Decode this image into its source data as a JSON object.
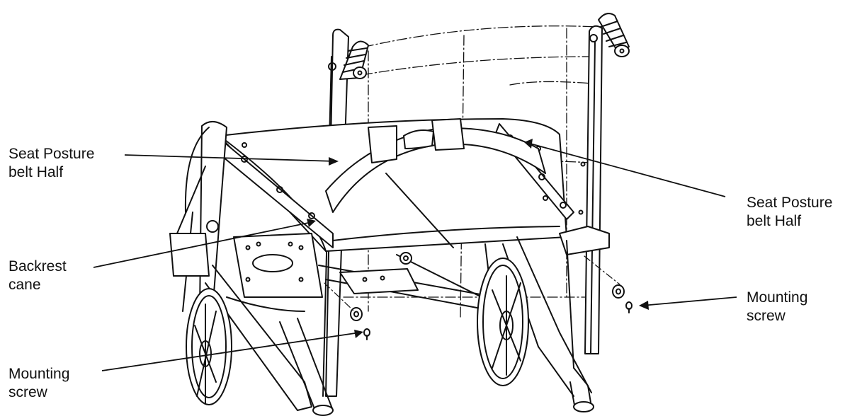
{
  "labels": {
    "seat_belt_left": {
      "line1": "Seat Posture",
      "line2": "belt Half"
    },
    "seat_belt_right": {
      "line1": "Seat Posture",
      "line2": "belt Half"
    },
    "backrest_cane": {
      "line1": "Backrest",
      "line2": "cane"
    },
    "screw_right": {
      "line1": "Mounting",
      "line2": "screw"
    },
    "screw_left": {
      "line1": "Mounting",
      "line2": "screw"
    }
  },
  "colors": {
    "line": "#111111",
    "fill": "#ffffff",
    "shade": "#d9d9d9"
  }
}
